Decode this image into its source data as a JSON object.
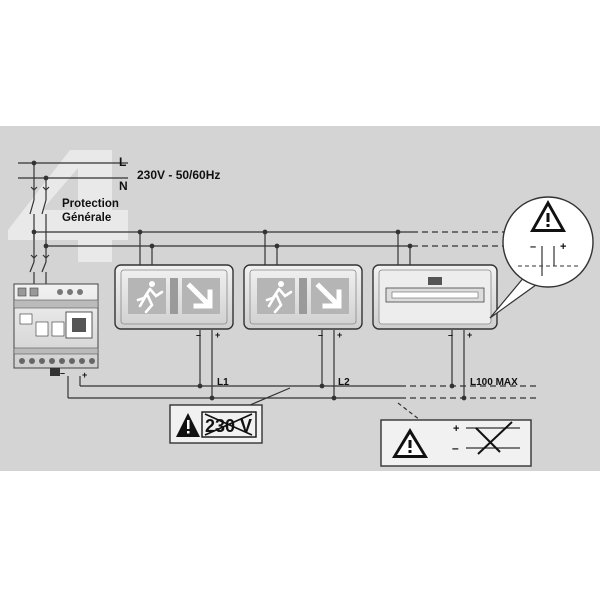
{
  "supply": {
    "line_label": "L",
    "neutral_label": "N",
    "voltage": "230V - 50/60Hz"
  },
  "protection": {
    "line1": "Protection",
    "line2": "Générale"
  },
  "units": [
    {
      "type": "exit-sign",
      "icon": "running-man-right-arrow-icon"
    },
    {
      "type": "exit-sign",
      "icon": "running-man-right-arrow-icon"
    },
    {
      "type": "luminaire",
      "icon": "fluorescent-tube-icon"
    }
  ],
  "polarity": {
    "minus": "–",
    "plus": "+"
  },
  "line_labels": {
    "l1": "L1",
    "l2": "L2",
    "l100": "L100 MAX"
  },
  "warnings": {
    "no_230v": "230 V"
  },
  "colors": {
    "background": "#d4d4d4",
    "wire": "#333333",
    "device": "#e2e2e2",
    "warning": "#111111"
  }
}
